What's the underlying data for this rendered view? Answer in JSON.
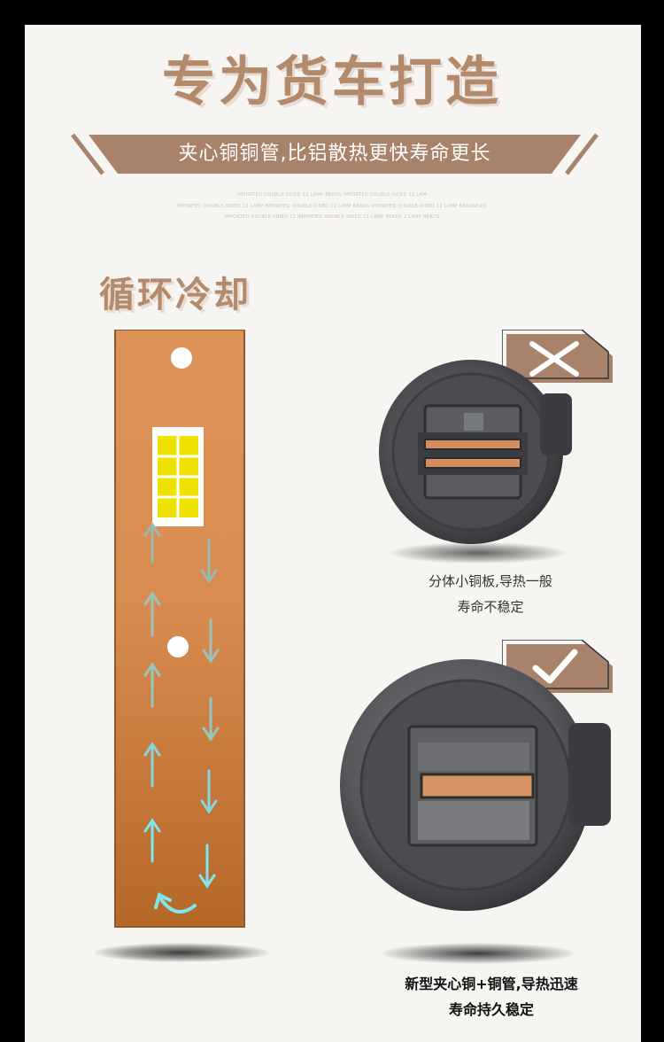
{
  "heading": {
    "title": "专为货车打造",
    "banner": "夹心铜铜管,比铝散热更快寿命更长",
    "fine_print": [
      "IMPORTED DOUBLE-SIDED 12 LAMP BEADS IMPORTED DOUBLE-SIDED 12 LAM",
      "IMPORTED DOUBLE-SIDED 12 LAMP IMPORTED DOUBLE-SIDED 12 LAMP BEADS IMPORTED DOUBLE-SIDED 12 LAMP BEADSEIDS",
      "IMPORTED DOUBLE-SIDED 12 IMPORTED DOUBLE-SIDED 12 LAMP BEADS 2 LAMP BEADS"
    ]
  },
  "section": {
    "title": "循环冷却"
  },
  "comparison": {
    "old": {
      "mark": "cross",
      "caption_lines": [
        "分体小铜板,导热一般",
        "寿命不稳定"
      ]
    },
    "new": {
      "mark": "check",
      "caption_lines": [
        "新型夹心铜+铜管,导热迅速",
        "寿命持久稳定"
      ]
    }
  },
  "colors": {
    "accent": "#a8826a",
    "title": "#b38a6c",
    "copper_top": "#dd9258",
    "copper_bottom": "#b56828",
    "led_yellow": "#f0e200",
    "arrow_cyan": "#7fe6ef",
    "housing_gray": "#4a4c50"
  }
}
